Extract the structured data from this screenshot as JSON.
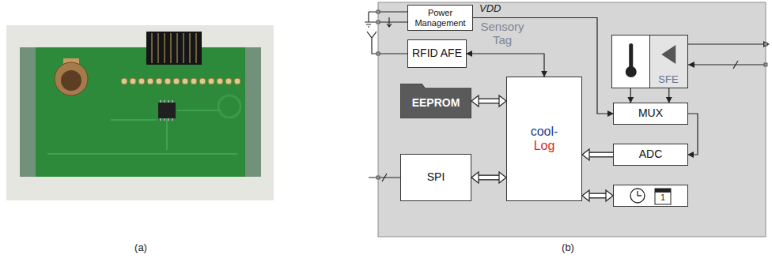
{
  "diagram": {
    "nodes": [
      {
        "text": [
          "Sensory Tag"
        ]
      },
      {
        "text": [
          "Power Management"
        ],
        "in": 0
      },
      {
        "text": [
          "RFID AFE"
        ],
        "in": 0
      },
      {
        "text": [
          "EEPROM"
        ],
        "in": 0
      },
      {
        "text": [
          "cool-",
          "Log"
        ],
        "in": 0
      },
      {
        "text": [
          "SPI"
        ],
        "in": 0
      },
      {
        "text": [
          "MUX"
        ],
        "in": 0
      },
      {
        "text": [
          "ADC"
        ],
        "in": 0
      },
      {
        "text": [
          "SFE"
        ],
        "in": 0
      },
      {
        "text": [
          "1"
        ],
        "in": 0
      }
    ],
    "edges": [
      {
        "from": 1,
        "to": 6,
        "label": "VDD",
        "arrow": "to"
      },
      {
        "from": 2,
        "to": 4,
        "arrow": "both"
      },
      {
        "from": 3,
        "to": 4,
        "arrow": "both"
      },
      {
        "from": 5,
        "to": 4,
        "arrow": "both"
      },
      {
        "from": 7,
        "to": 4,
        "arrow": "to"
      },
      {
        "from": 6,
        "to": 7,
        "arrow": "to"
      },
      {
        "from": 8,
        "to": 6,
        "arrow": "to"
      },
      {
        "from": 8,
        "to": 6,
        "arrow": "to"
      },
      {
        "from": 9,
        "to": 4,
        "arrow": "both"
      }
    ],
    "labels": [
      "(a)",
      "(b)"
    ]
  }
}
